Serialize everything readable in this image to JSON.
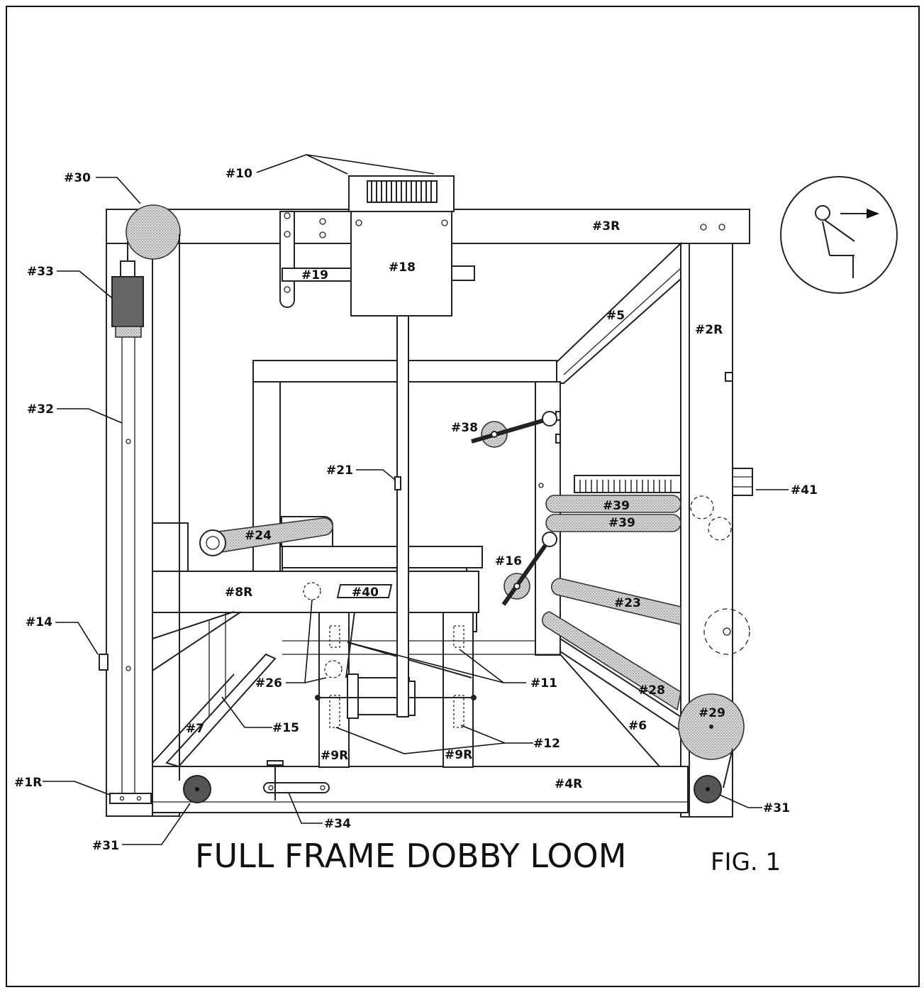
{
  "title": "FULL FRAME DOBBY LOOM",
  "figure_label": "FIG. 1",
  "labels": {
    "l30": "#30",
    "l10": "#10",
    "l33": "#33",
    "l32": "#32",
    "l19": "#19",
    "l18": "#18",
    "l3r": "#3R",
    "l5": "#5",
    "l2r": "#2R",
    "l38": "#38",
    "l21": "#21",
    "l41": "#41",
    "l39a": "#39",
    "l39b": "#39",
    "l24": "#24",
    "l16": "#16",
    "l8r": "#8R",
    "l40": "#40",
    "l23": "#23",
    "l14": "#14",
    "l11": "#11",
    "l26": "#26",
    "l28": "#28",
    "l29": "#29",
    "l7": "#7",
    "l15": "#15",
    "l6": "#6",
    "l12": "#12",
    "l9ra": "#9R",
    "l9rb": "#9R",
    "l4r": "#4R",
    "l1r": "#1R",
    "l31a": "#31",
    "l31b": "#31",
    "l34": "#34"
  }
}
